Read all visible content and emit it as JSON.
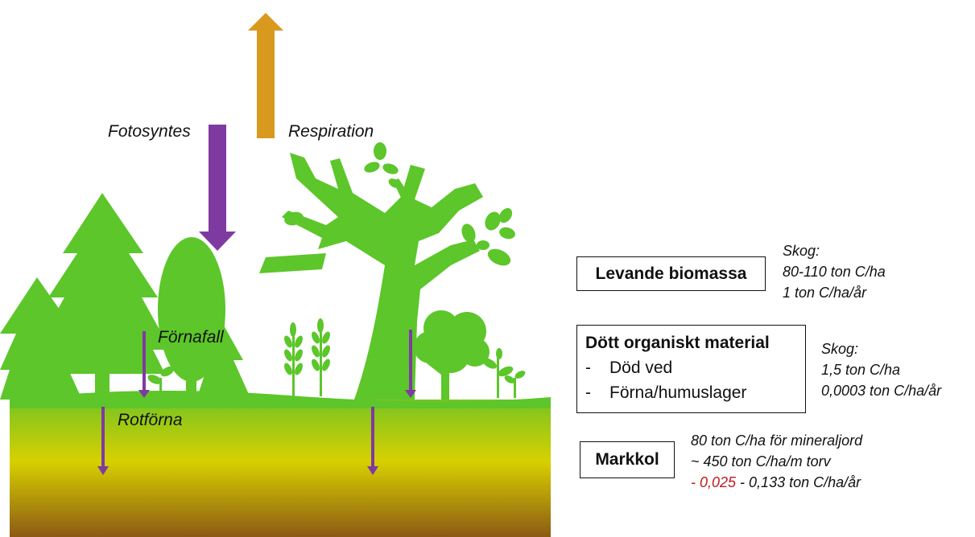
{
  "illustration": {
    "icons": [
      "conifer-tree-icon",
      "deciduous-tree-icon",
      "wheat-icon",
      "bush-icon",
      "sprout-icon"
    ],
    "colors": {
      "vegetation": "#5cc62a",
      "ground_top": "#78c423",
      "ground_mid": "#d8d000",
      "ground_bottom": "#8c5a14",
      "photosynthesis_arrow": "#7f3aa2",
      "respiration_arrow": "#d8991e"
    }
  },
  "flows": {
    "photosynthesis": "Fotosyntes",
    "respiration": "Respiration",
    "litterfall": "Förnafall",
    "root_litter": "Rotförna"
  },
  "pools": {
    "living_biomass": {
      "title": "Levande biomassa",
      "side_header": "Skog:",
      "stock": "80-110 ton C/ha",
      "rate": "1 ton C/ha/år"
    },
    "dead_organic_matter": {
      "title": "Dött organiskt material",
      "items": [
        {
          "dash": "-",
          "text": "Död ved"
        },
        {
          "dash": "-",
          "text": "Förna/humuslager"
        }
      ],
      "side_header": "Skog:",
      "stock": "1,5 ton C/ha",
      "rate": "0,0003 ton C/ha/år"
    },
    "soil_carbon": {
      "title": "Markkol",
      "mineral": "80 ton C/ha för mineraljord",
      "peat": "~ 450 ton C/ha/m torv",
      "rate_low": "- 0,025",
      "rate_rest": " - 0,133 ton C/ha/år"
    }
  }
}
